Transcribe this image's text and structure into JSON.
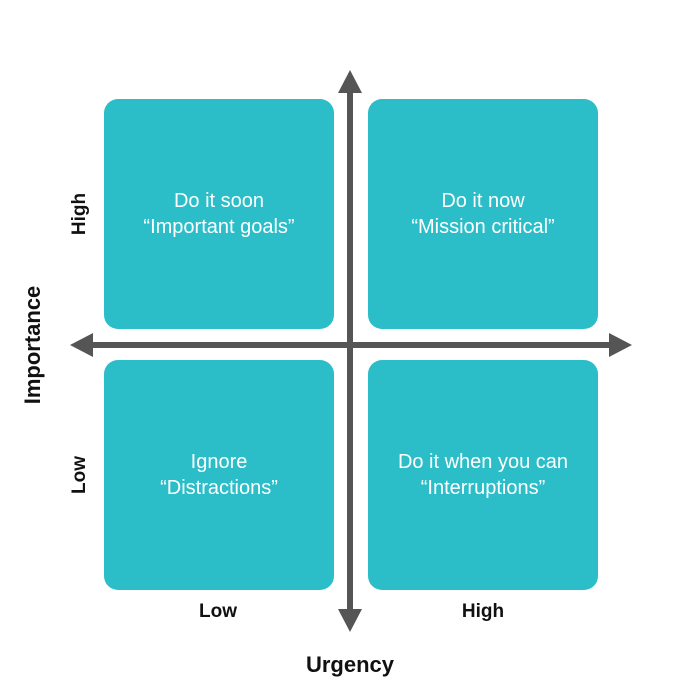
{
  "colors": {
    "quadrant_fill": "#2cbec8",
    "axis": "#555555",
    "text": "#111111"
  },
  "quadrants": {
    "top_left": {
      "line1": "Do it soon",
      "line2": "“Important goals”"
    },
    "top_right": {
      "line1": "Do it now",
      "line2": "“Mission critical”"
    },
    "bottom_left": {
      "line1": "Ignore",
      "line2": "“Distractions”"
    },
    "bottom_right": {
      "line1": "Do it when you can",
      "line2": "“Interruptions”"
    }
  },
  "x_axis": {
    "title": "Urgency",
    "low": "Low",
    "high": "High"
  },
  "y_axis": {
    "title": "Importance",
    "low": "Low",
    "high": "High"
  }
}
